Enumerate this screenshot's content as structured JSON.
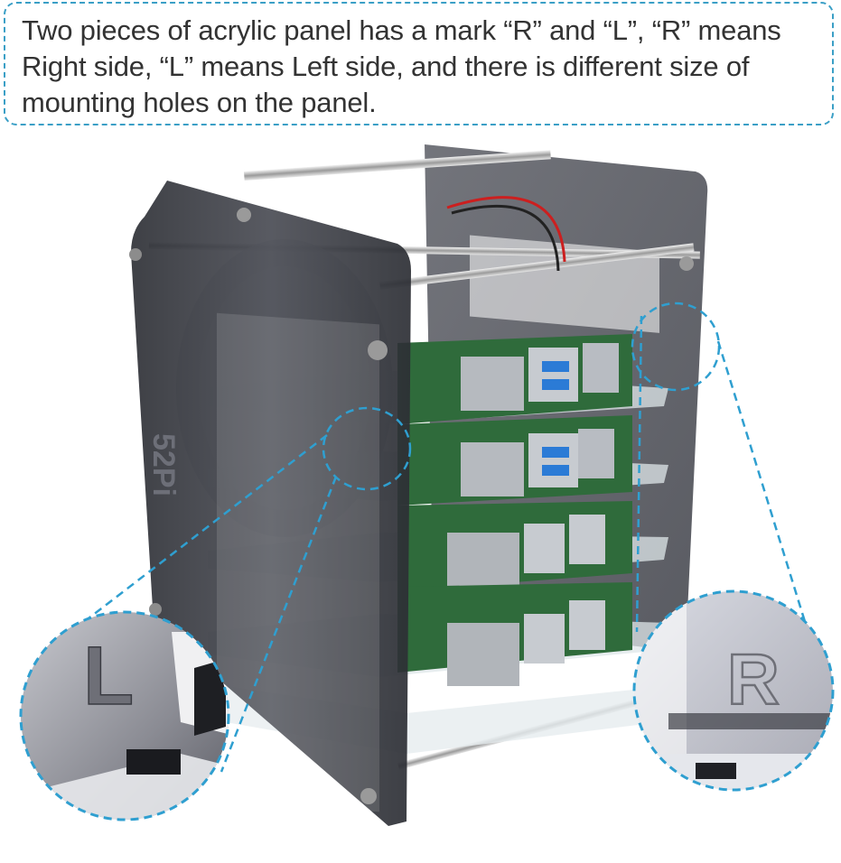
{
  "caption": {
    "text": "Two pieces of acrylic panel has a mark “R” and “L”, “R” means Right side, “L” means Left side, and there is different size of mounting holes on the panel."
  },
  "marks": {
    "left": "L",
    "right": "R"
  },
  "colors": {
    "callout_border": "#3a9fc6",
    "panel": "#3b3d44",
    "zoom_border": "#2f9fd0",
    "text": "#333333"
  }
}
